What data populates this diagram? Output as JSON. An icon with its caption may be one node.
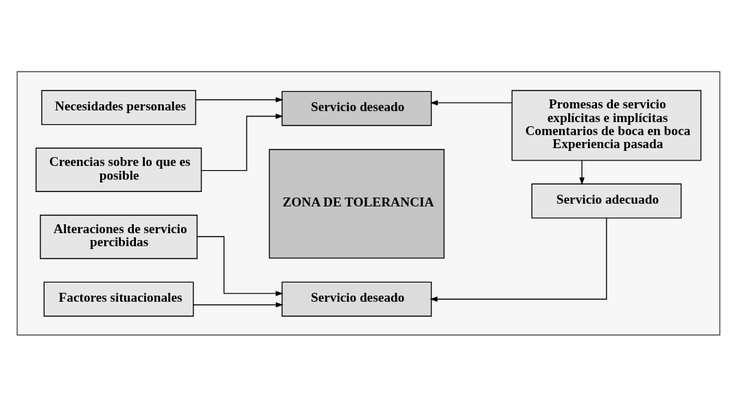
{
  "diagram": {
    "nodes": [
      {
        "text": [],
        "shape": "box"
      },
      {
        "text": [
          "Necesidades personales"
        ],
        "in": 0
      },
      {
        "text": [
          "Creencias sobre lo que es posible"
        ],
        "in": 0
      },
      {
        "text": [
          "Servicio deseado"
        ],
        "in": 0
      },
      {
        "text": [
          "ZONA DE TOLERANCIA"
        ],
        "in": 0
      },
      {
        "text": [
          "Promesas de servicio explícitas e implícitas",
          "Comentarios de boca en boca",
          "Experiencia pasada"
        ],
        "in": 0
      },
      {
        "text": [
          "Alteraciones de servicio percibidas"
        ],
        "in": 0
      },
      {
        "text": [
          "Servicio deseado"
        ],
        "in": 0
      },
      {
        "text": [
          "Factores situacionales"
        ],
        "in": 0
      },
      {
        "text": [
          "Servicio adecuado"
        ],
        "in": 0
      }
    ],
    "edges": [
      {
        "from": 1,
        "to": 3,
        "arrow": "to"
      },
      {
        "from": 2,
        "to": 3,
        "arrow": "to"
      },
      {
        "from": 5,
        "to": 3,
        "arrow": "to"
      },
      {
        "from": 5,
        "to": 9,
        "arrow": "to"
      },
      {
        "from": 6,
        "to": 7,
        "arrow": "to"
      },
      {
        "from": 8,
        "to": 7,
        "arrow": "to"
      },
      {
        "from": 9,
        "to": 7,
        "arrow": "to"
      }
    ]
  }
}
